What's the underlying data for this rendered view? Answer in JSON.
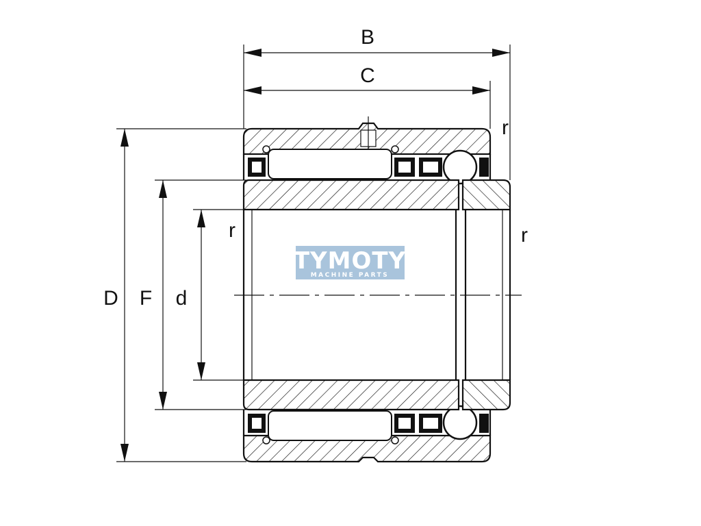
{
  "dimensions": {
    "B": "B",
    "C": "C",
    "D": "D",
    "F": "F",
    "d": "d",
    "r_top_right": "r",
    "r_left": "r",
    "r_right": "r"
  },
  "watermark": {
    "title": "TYMOTY",
    "subtitle": "MACHINE PARTS",
    "background": "#a9c4dc"
  },
  "colors": {
    "line": "#111111",
    "background": "#ffffff"
  }
}
